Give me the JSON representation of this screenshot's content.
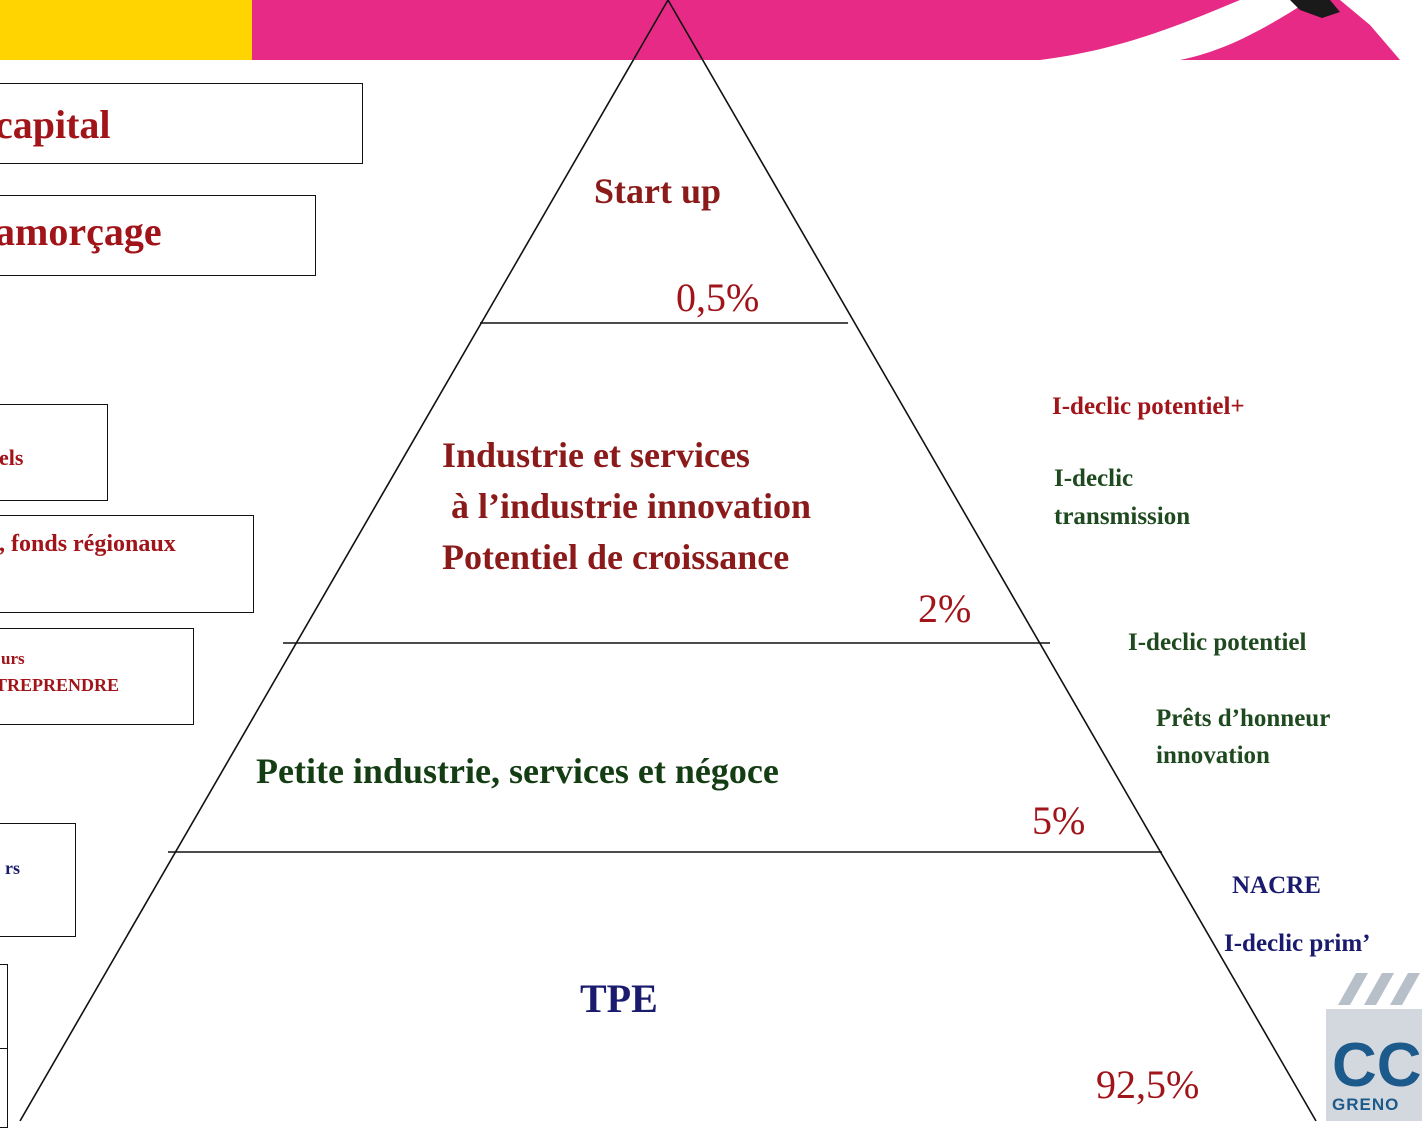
{
  "left_boxes": [
    "capital",
    "amorçage",
    "els",
    ", fonds régionaux",
    [
      "urs",
      "TREPRENDRE"
    ],
    "rs"
  ],
  "pyramid": {
    "tiers": [
      {
        "label": "Start up",
        "percent": "0,5%"
      },
      {
        "label_lines": [
          "Industrie et services",
          " à l’industrie innovation",
          "Potentiel de croissance"
        ],
        "percent": "2%"
      },
      {
        "label": "Petite industrie, services et négoce",
        "percent": "5%"
      },
      {
        "label": "TPE",
        "percent": "92,5%"
      }
    ]
  },
  "right_labels": {
    "potentiel_plus": "I-declic potentiel+",
    "transmission": [
      "I-declic",
      "transmission"
    ],
    "potentiel": "I-declic potentiel",
    "prets": [
      "Prêts d’honneur",
      "innovation"
    ],
    "nacre": "NACRE",
    "prim": "I-declic prim’"
  },
  "logo": {
    "letters": "CC",
    "sub": "GRENO"
  },
  "colors": {
    "header_yellow": "#ffd400",
    "header_pink": "#e72a86",
    "dark_red": "#a0141a",
    "navy": "#1a1a6e",
    "green": "#1f4a1f",
    "logo_blue": "#1d5a8c"
  }
}
